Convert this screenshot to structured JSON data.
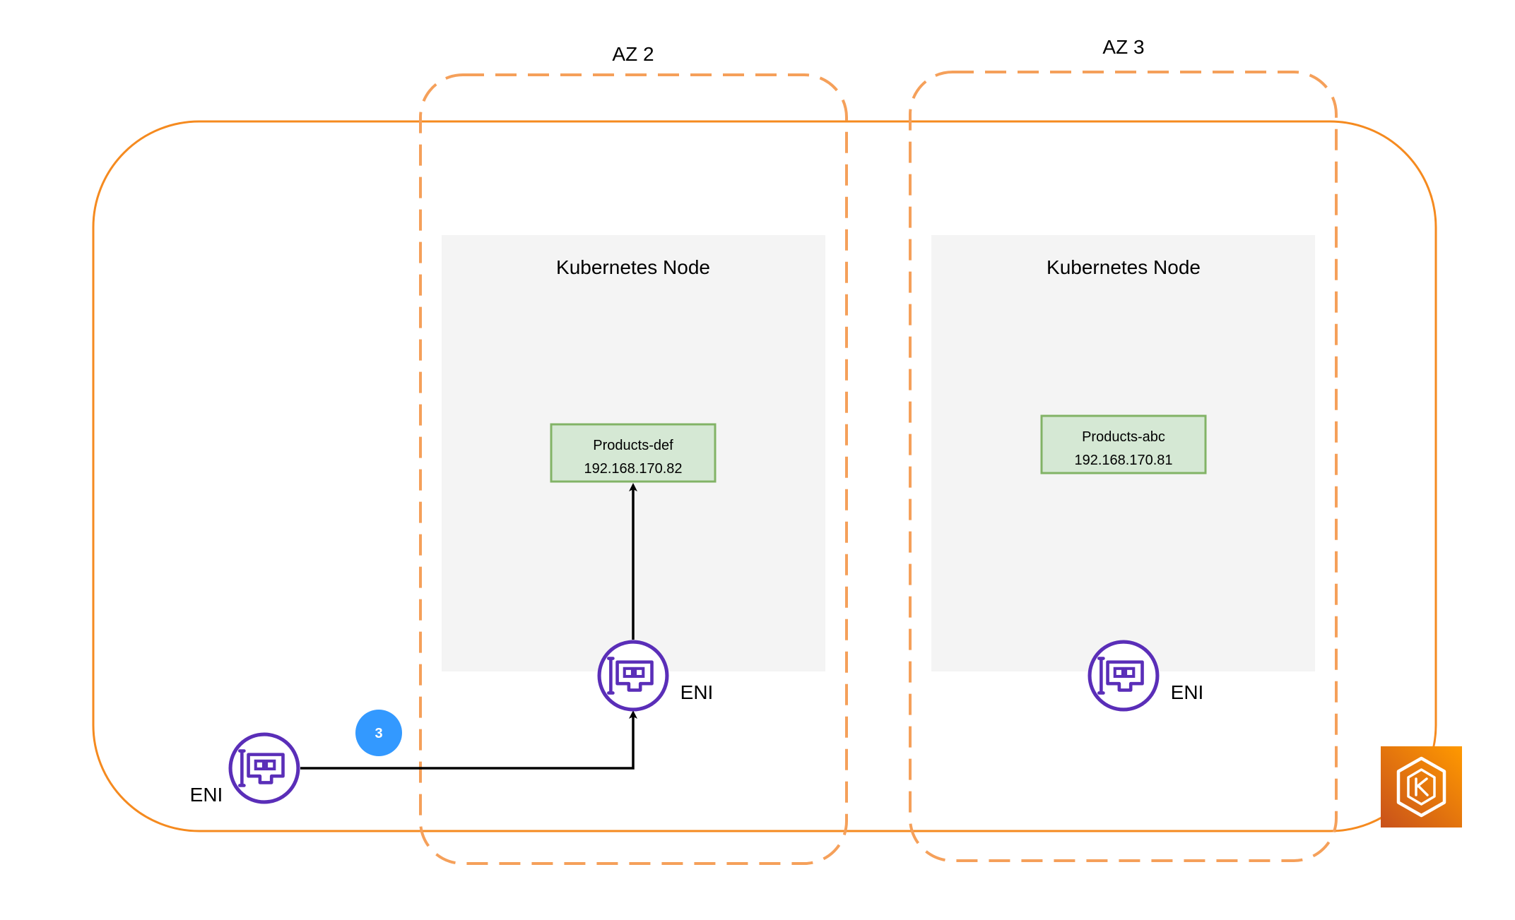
{
  "colors": {
    "cluster_border": "#F58A1F",
    "az_border": "#F5A05A",
    "node_fill": "#F4F4F4",
    "pod_fill": "#D5E8D4",
    "pod_border": "#82B366",
    "eni_purple": "#5A2EB8",
    "step_badge": "#3399FF",
    "eks_orange": "#ED7100"
  },
  "availability_zones": [
    {
      "label": "AZ 2"
    },
    {
      "label": "AZ 3"
    }
  ],
  "nodes": [
    {
      "title": "Kubernetes Node",
      "pod": {
        "name": "Products-def",
        "ip": "192.168.170.82"
      },
      "eni_label": "ENI"
    },
    {
      "title": "Kubernetes Node",
      "pod": {
        "name": "Products-abc",
        "ip": "192.168.170.81"
      },
      "eni_label": "ENI"
    }
  ],
  "cluster_eni": {
    "label": "ENI",
    "icon": "network-interface-icon"
  },
  "step": {
    "number": "3"
  },
  "eks_logo": {
    "icon": "eks-k-icon"
  }
}
